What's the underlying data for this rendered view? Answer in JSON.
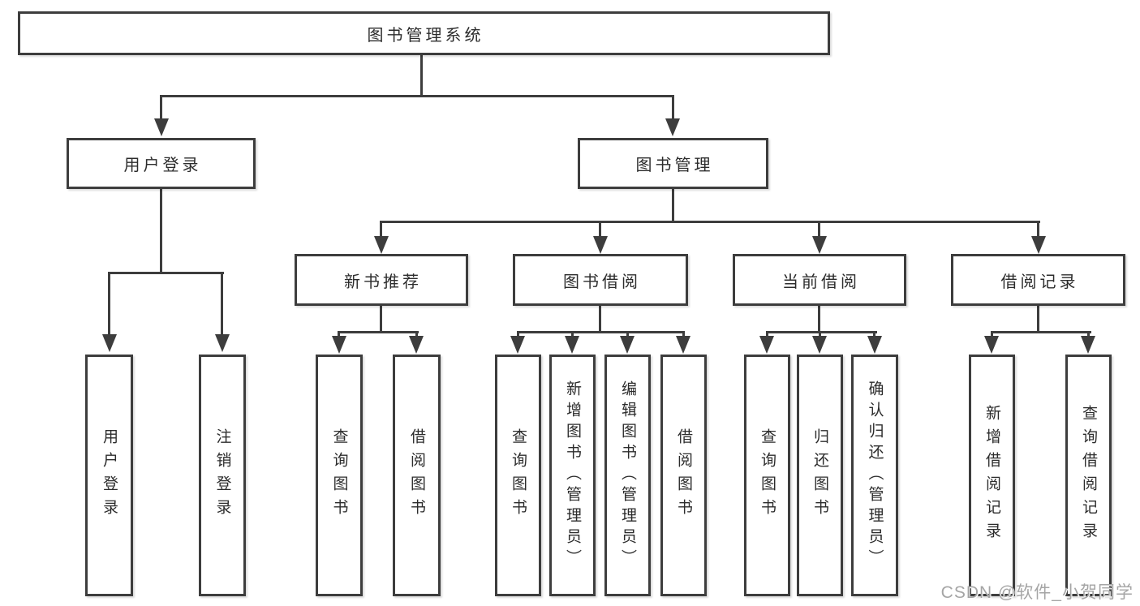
{
  "diagram": {
    "title": "图书管理系统",
    "nodes": {
      "root": "图书管理系统",
      "user_login_group": "用户登录",
      "book_management": "图书管理",
      "new_book_recommend": "新书推荐",
      "book_borrowing": "图书借阅",
      "current_borrowing": "当前借阅",
      "borrowing_records": "借阅记录",
      "leaf_user_login": "用户登录",
      "leaf_logout": "注销登录",
      "leaf_query_books_1": "查询图书",
      "leaf_borrow_books_1": "借阅图书",
      "leaf_query_books_2": "查询图书",
      "leaf_add_book_admin": "新增图书（管理员）",
      "leaf_edit_book_admin": "编辑图书（管理员）",
      "leaf_borrow_books_2": "借阅图书",
      "leaf_query_books_3": "查询图书",
      "leaf_return_book": "归还图书",
      "leaf_confirm_return_admin": "确认归还（管理员）",
      "leaf_add_borrow_record": "新增借阅记录",
      "leaf_query_borrow_record": "查询借阅记录"
    },
    "hierarchy": [
      {
        "parent": "图书管理系统",
        "children": [
          "用户登录",
          "图书管理"
        ]
      },
      {
        "parent": "用户登录",
        "children": [
          "用户登录",
          "注销登录"
        ]
      },
      {
        "parent": "图书管理",
        "children": [
          "新书推荐",
          "图书借阅",
          "当前借阅",
          "借阅记录"
        ]
      },
      {
        "parent": "新书推荐",
        "children": [
          "查询图书",
          "借阅图书"
        ]
      },
      {
        "parent": "图书借阅",
        "children": [
          "查询图书",
          "新增图书（管理员）",
          "编辑图书（管理员）",
          "借阅图书"
        ]
      },
      {
        "parent": "当前借阅",
        "children": [
          "查询图书",
          "归还图书",
          "确认归还（管理员）"
        ]
      },
      {
        "parent": "借阅记录",
        "children": [
          "新增借阅记录",
          "查询借阅记录"
        ]
      }
    ],
    "colors": {
      "line": "#3d3d3d",
      "text": "#2c2c2c",
      "background": "#ffffff",
      "watermark": "#a5a5a5"
    }
  },
  "watermark": "CSDN @软件_小贺同学"
}
